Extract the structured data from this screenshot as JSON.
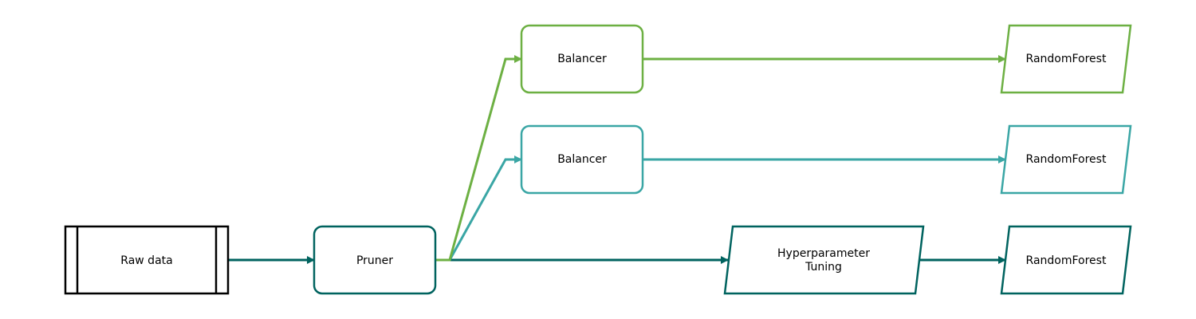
{
  "colors": {
    "dark": "#00635F",
    "teal": "#3AA6A5",
    "green": "#6DB043",
    "black": "#000000"
  },
  "nodes": {
    "raw_data": "Raw data",
    "pruner": "Pruner",
    "balancer_1": "Balancer",
    "balancer_2": "Balancer",
    "hyper_line1": "Hyperparameter",
    "hyper_line2": "Tuning",
    "rf_1": "RandomForest",
    "rf_2": "RandomForest",
    "rf_3": "RandomForest"
  }
}
